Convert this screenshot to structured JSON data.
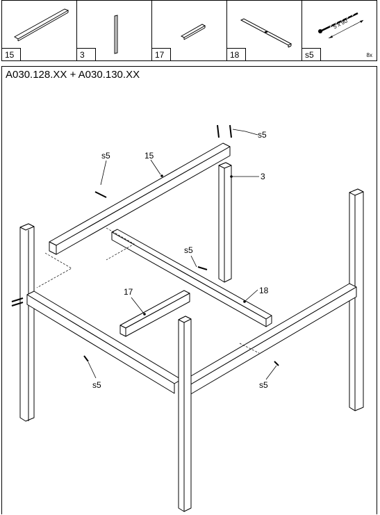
{
  "parts": [
    {
      "id": "15",
      "icon": "long-beam-icon"
    },
    {
      "id": "3",
      "icon": "post-icon"
    },
    {
      "id": "17",
      "icon": "short-beam-icon"
    },
    {
      "id": "18",
      "icon": "slotted-beam-icon"
    },
    {
      "id": "s5",
      "icon": "screw-icon",
      "dimension": "5 x 90",
      "quantity": "8x"
    }
  ],
  "main": {
    "title": "A030.128.XX + A030.130.XX",
    "labels": {
      "s5_top": "s5",
      "s5_left": "s5",
      "p15": "15",
      "p3": "3",
      "s5_mid": "s5",
      "p18": "18",
      "p17": "17",
      "s5_bottom_left": "s5",
      "s5_bottom_right": "s5"
    }
  }
}
